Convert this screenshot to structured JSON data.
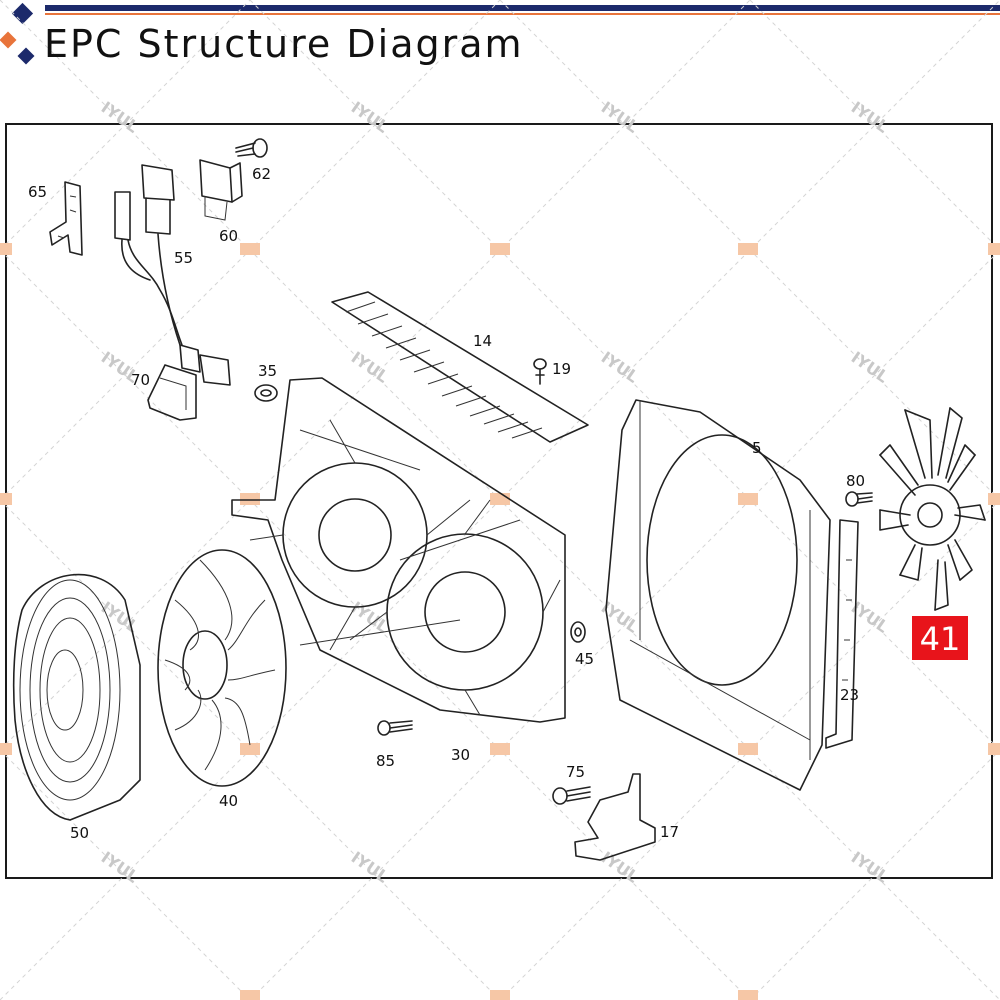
{
  "header": {
    "title": "EPC Structure Diagram",
    "accent_navy": "#1c2a6b",
    "accent_orange": "#e8743b"
  },
  "watermark": {
    "text": "IYUL",
    "color": "#c8c8c8"
  },
  "highlight": {
    "label": "41",
    "color": "#e8141b"
  },
  "callouts": {
    "c65": "65",
    "c62": "62",
    "c60": "60",
    "c55": "55",
    "c14": "14",
    "c19": "19",
    "c35": "35",
    "c70": "70",
    "c5": "5",
    "c80": "80",
    "c45": "45",
    "c23": "23",
    "c85": "85",
    "c30": "30",
    "c40": "40",
    "c50": "50",
    "c75": "75",
    "c17": "17"
  }
}
